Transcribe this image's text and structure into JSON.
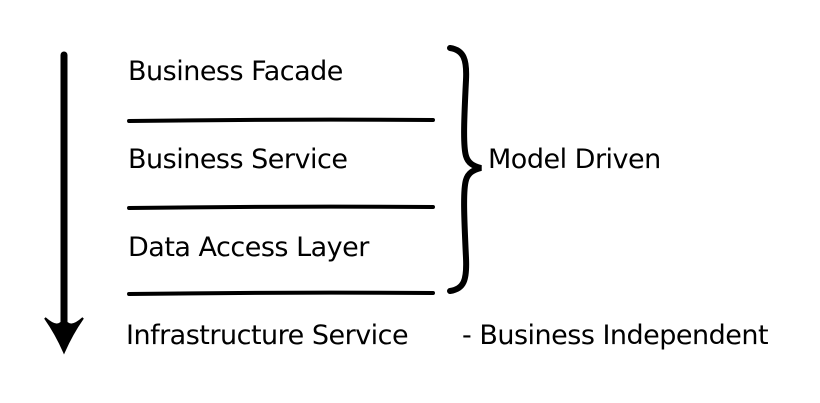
{
  "diagram": {
    "layers": [
      {
        "label": "Business Facade"
      },
      {
        "label": "Business Service"
      },
      {
        "label": "Data Access Layer"
      },
      {
        "label": "Infrastructure Service"
      }
    ],
    "annotations": {
      "model_driven": "Model Driven",
      "business_independent": "- Business Independent"
    },
    "icons": {
      "arrow": "down-arrow",
      "brace": "right-curly-brace"
    },
    "colors": {
      "ink": "#000000",
      "background": "#ffffff"
    }
  }
}
